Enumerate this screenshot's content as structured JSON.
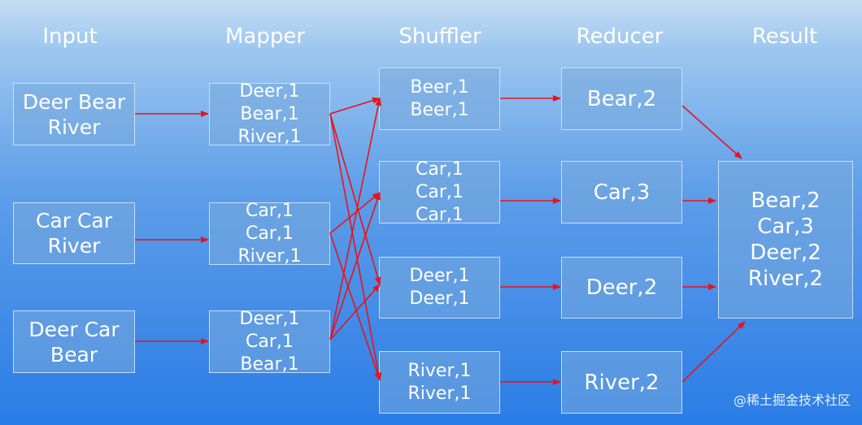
{
  "headers": {
    "input": "Input",
    "mapper": "Mapper",
    "shuffler": "Shuffler",
    "reducer": "Reducer",
    "result": "Result"
  },
  "inputs": [
    [
      "Deer Bear",
      "River"
    ],
    [
      "Car Car",
      "River"
    ],
    [
      "Deer Car",
      "Bear"
    ]
  ],
  "mappers": [
    [
      "Deer,1",
      "Bear,1",
      "River,1"
    ],
    [
      "Car,1",
      "Car,1",
      "River,1"
    ],
    [
      "Deer,1",
      "Car,1",
      "Bear,1"
    ]
  ],
  "shufflers": [
    [
      "Beer,1",
      "Beer,1"
    ],
    [
      "Car,1",
      "Car,1",
      "Car,1"
    ],
    [
      "Deer,1",
      "Deer,1"
    ],
    [
      "River,1",
      "River,1"
    ]
  ],
  "reducers": [
    "Bear,2",
    "Car,3",
    "Deer,2",
    "River,2"
  ],
  "result": [
    "Bear,2",
    "Car,3",
    "Deer,2",
    "River,2"
  ],
  "watermark": "@稀土掘金技术社区",
  "colors": {
    "arrow": "#e8131b",
    "text": "#ffffff"
  }
}
